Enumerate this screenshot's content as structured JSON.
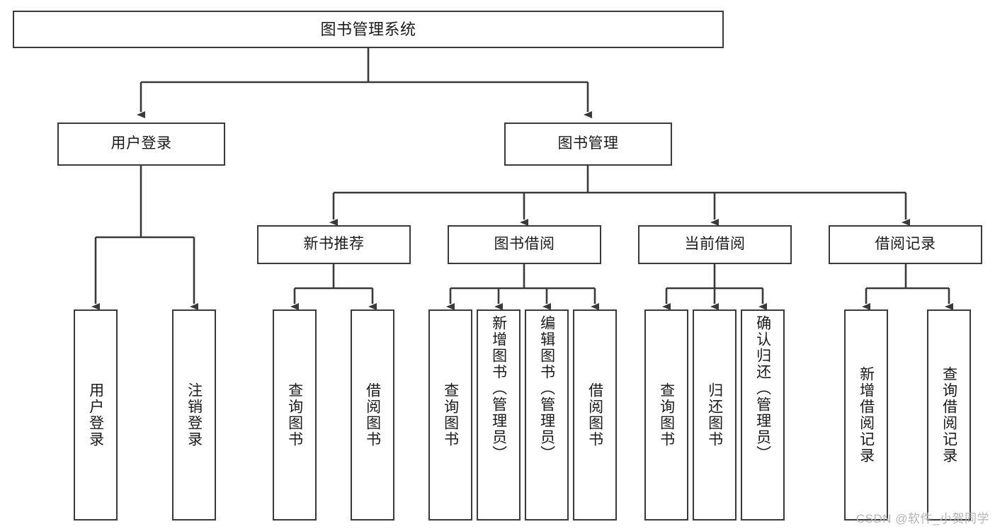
{
  "diagram": {
    "type": "tree",
    "title": "图书管理系统",
    "watermark": "CSDN @软件_小贺同学",
    "colors": {
      "background": "#ffffff",
      "border": "#3a3a3a",
      "connector": "#3a3a3a",
      "text": "#1a1a1a",
      "watermark": "#b4b4b4"
    },
    "root": {
      "label": "图书管理系统"
    },
    "level2": [
      {
        "label": "用户登录"
      },
      {
        "label": "图书管理"
      }
    ],
    "level3": [
      {
        "label": "新书推荐"
      },
      {
        "label": "图书借阅"
      },
      {
        "label": "当前借阅"
      },
      {
        "label": "借阅记录"
      }
    ],
    "leaves": {
      "user_login": [
        {
          "label": "用户登录"
        },
        {
          "label": "注销登录"
        }
      ],
      "new_book": [
        {
          "label": "查询图书"
        },
        {
          "label": "借阅图书"
        }
      ],
      "book_borrow": [
        {
          "label": "查询图书"
        },
        {
          "label": "新增图书（管理员）"
        },
        {
          "label": "编辑图书（管理员）"
        },
        {
          "label": "借阅图书"
        }
      ],
      "current_borrow": [
        {
          "label": "查询图书"
        },
        {
          "label": "归还图书"
        },
        {
          "label": "确认归还（管理员）"
        }
      ],
      "borrow_record": [
        {
          "label": "新增借阅记录"
        },
        {
          "label": "查询借阅记录"
        }
      ]
    }
  }
}
